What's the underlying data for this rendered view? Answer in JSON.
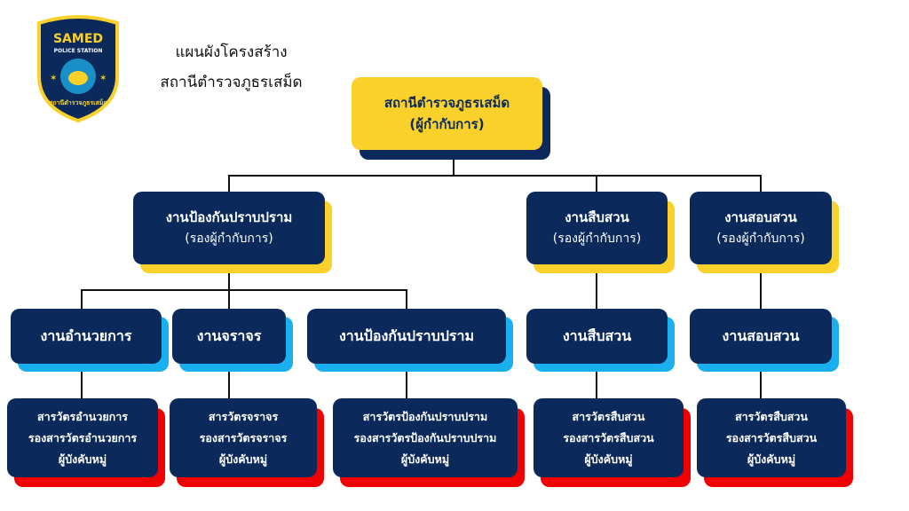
{
  "logo": {
    "name": "SAMED",
    "sub": "POLICE STATION",
    "thai": "สถานีตำรวจภูธรเสม็ด"
  },
  "header": {
    "line1": "แผนผังโครงสร้าง",
    "line2": "สถานีตำรวจภูธรเสม็ด"
  },
  "top": {
    "title": "สถานีตำรวจภูธรเสม็ด",
    "role": "(ผู้กำกับการ)"
  },
  "level1": [
    {
      "title": "งานป้องกันปราบปราม",
      "role": "(รองผู้กำกับการ)"
    },
    {
      "title": "งานสืบสวน",
      "role": "(รองผู้กำกับการ)"
    },
    {
      "title": "งานสอบสวน",
      "role": "(รองผู้กำกับการ)"
    }
  ],
  "level2": [
    "งานอำนวยการ",
    "งานจราจร",
    "งานป้องกันปราบปราม",
    "งานสืบสวน",
    "งานสอบสวน"
  ],
  "level3": [
    {
      "l1": "สารวัตรอำนวยการ",
      "l2": "รองสารวัตรอำนวยการ",
      "l3": "ผู้บังคับหมู่"
    },
    {
      "l1": "สารวัตรจราจร",
      "l2": "รองสารวัตรจราจร",
      "l3": "ผู้บังคับหมู่"
    },
    {
      "l1": "สารวัตรป้องกันปราบปราม",
      "l2": "รองสารวัตรป้องกันปราบปราม",
      "l3": "ผู้บังคับหมู่"
    },
    {
      "l1": "สารวัตรสืบสวน",
      "l2": "รองสารวัตรสืบสวน",
      "l3": "ผู้บังคับหมู่"
    },
    {
      "l1": "สารวัตรสืบสวน",
      "l2": "รองสารวัตรสืบสวน",
      "l3": "ผู้บังคับหมู่"
    }
  ],
  "colors": {
    "navy": "#0b2a5b",
    "yellow": "#f9d12a",
    "blue": "#1ab0ef",
    "red": "#f00000"
  }
}
